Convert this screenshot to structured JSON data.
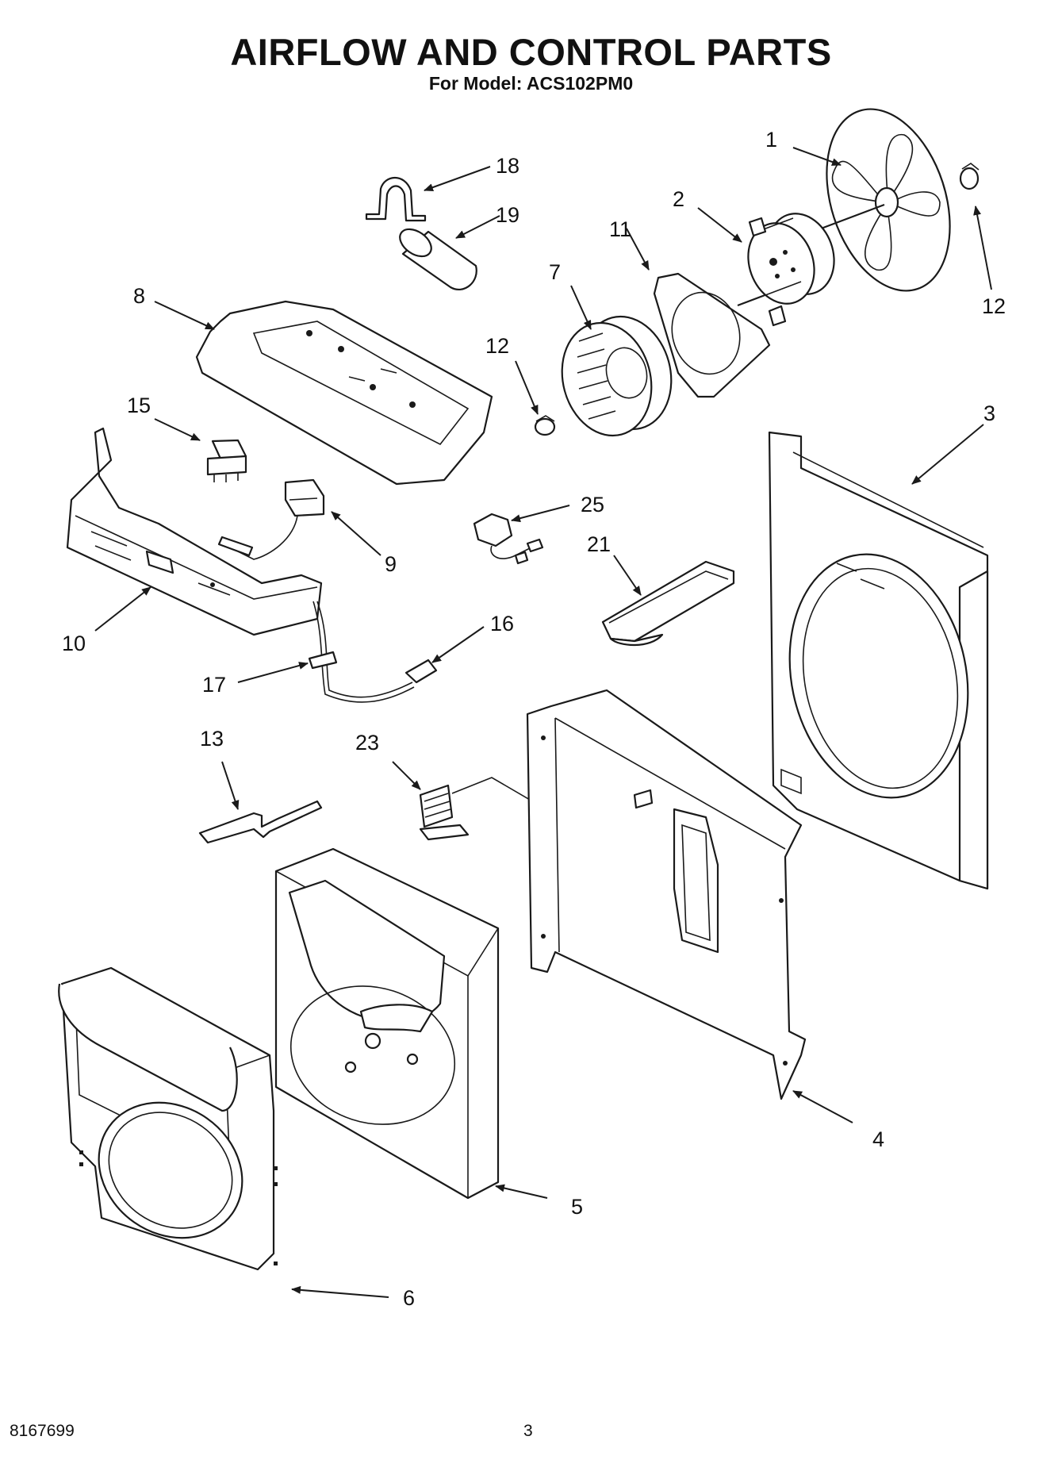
{
  "header": {
    "title": "AIRFLOW AND CONTROL PARTS",
    "subtitle": "For Model: ACS102PM0"
  },
  "footer": {
    "doc_number": "8167699",
    "page_number": "3"
  },
  "callouts": {
    "c1": "1",
    "c2": "2",
    "c3": "3",
    "c4": "4",
    "c5": "5",
    "c6": "6",
    "c7": "7",
    "c8": "8",
    "c9": "9",
    "c10": "10",
    "c11": "11",
    "c12a": "12",
    "c12b": "12",
    "c13": "13",
    "c15": "15",
    "c16": "16",
    "c17": "17",
    "c18": "18",
    "c19": "19",
    "c21": "21",
    "c23": "23",
    "c25": "25"
  }
}
